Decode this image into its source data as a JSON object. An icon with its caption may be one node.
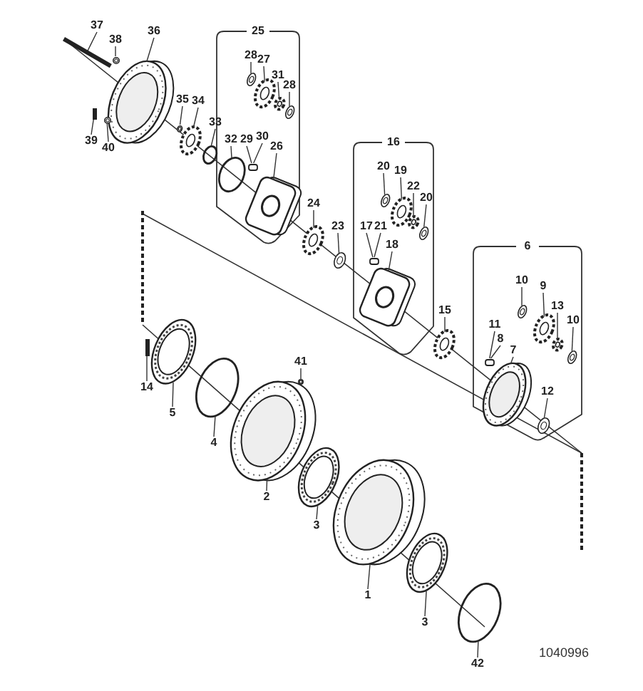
{
  "diagram": {
    "nodes": [
      {
        "text": [
          "37"
        ]
      },
      {
        "text": [
          "38"
        ]
      },
      {
        "text": [
          "36"
        ]
      },
      {
        "text": [
          "39"
        ]
      },
      {
        "text": [
          "40"
        ]
      },
      {
        "text": [
          "35"
        ]
      },
      {
        "text": [
          "34"
        ]
      },
      {
        "text": [
          "33"
        ]
      },
      {
        "text": [
          "25"
        ]
      },
      {
        "text": [
          "28"
        ],
        "in": 8
      },
      {
        "text": [
          "27"
        ],
        "in": 8
      },
      {
        "text": [
          "31"
        ],
        "in": 8
      },
      {
        "text": [
          "28"
        ],
        "in": 8
      },
      {
        "text": [
          "32"
        ],
        "in": 8
      },
      {
        "text": [
          "29"
        ],
        "in": 8
      },
      {
        "text": [
          "30"
        ],
        "in": 8
      },
      {
        "text": [
          "26"
        ],
        "in": 8
      },
      {
        "text": [
          "24"
        ]
      },
      {
        "text": [
          "23"
        ]
      },
      {
        "text": [
          "16"
        ]
      },
      {
        "text": [
          "20"
        ],
        "in": 19
      },
      {
        "text": [
          "19"
        ],
        "in": 19
      },
      {
        "text": [
          "22"
        ],
        "in": 19
      },
      {
        "text": [
          "20"
        ],
        "in": 19
      },
      {
        "text": [
          "17"
        ],
        "in": 19
      },
      {
        "text": [
          "21"
        ],
        "in": 19
      },
      {
        "text": [
          "18"
        ],
        "in": 19
      },
      {
        "text": [
          "15"
        ]
      },
      {
        "text": [
          "6"
        ]
      },
      {
        "text": [
          "10"
        ],
        "in": 28
      },
      {
        "text": [
          "9"
        ],
        "in": 28
      },
      {
        "text": [
          "13"
        ],
        "in": 28
      },
      {
        "text": [
          "10"
        ],
        "in": 28
      },
      {
        "text": [
          "11"
        ],
        "in": 28
      },
      {
        "text": [
          "8"
        ],
        "in": 28
      },
      {
        "text": [
          "7"
        ],
        "in": 28
      },
      {
        "text": [
          "12"
        ],
        "in": 28
      },
      {
        "text": [
          "14"
        ]
      },
      {
        "text": [
          "5"
        ]
      },
      {
        "text": [
          "4"
        ]
      },
      {
        "text": [
          "41"
        ]
      },
      {
        "text": [
          "2"
        ]
      },
      {
        "text": [
          "3"
        ]
      },
      {
        "text": [
          "1"
        ]
      },
      {
        "text": [
          "3"
        ]
      },
      {
        "text": [
          "42"
        ]
      },
      {
        "text": [],
        "shape": "bar"
      },
      {
        "text": [],
        "shape": "picture"
      },
      {
        "text": [],
        "shape": "picture"
      },
      {
        "text": [],
        "shape": "bar"
      },
      {
        "text": [],
        "shape": "picture"
      },
      {
        "text": [],
        "shape": "picture"
      },
      {
        "text": [],
        "shape": "picture"
      },
      {
        "text": [],
        "shape": "circle"
      },
      {
        "text": [],
        "shape": "picture",
        "in": 8
      },
      {
        "text": [],
        "shape": "picture",
        "in": 8
      },
      {
        "text": [],
        "shape": "picture",
        "in": 8
      },
      {
        "text": [],
        "shape": "picture",
        "in": 8
      },
      {
        "text": [],
        "shape": "circle",
        "in": 8
      },
      {
        "text": [],
        "shape": "box",
        "in": 8
      },
      {
        "text": [],
        "shape": "picture",
        "in": 8
      },
      {
        "text": [],
        "shape": "picture"
      },
      {
        "text": [],
        "shape": "picture"
      },
      {
        "text": [],
        "shape": "picture",
        "in": 19
      },
      {
        "text": [],
        "shape": "picture",
        "in": 19
      },
      {
        "text": [],
        "shape": "picture",
        "in": 19
      },
      {
        "text": [],
        "shape": "picture",
        "in": 19
      },
      {
        "text": [],
        "shape": "box",
        "in": 19
      },
      {
        "text": [],
        "shape": "picture",
        "in": 19
      },
      {
        "text": [],
        "shape": "picture"
      },
      {
        "text": [],
        "shape": "picture",
        "in": 28
      },
      {
        "text": [],
        "shape": "picture",
        "in": 28
      },
      {
        "text": [],
        "shape": "picture",
        "in": 28
      },
      {
        "text": [],
        "shape": "picture",
        "in": 28
      },
      {
        "text": [],
        "shape": "box",
        "in": 28
      },
      {
        "text": [],
        "shape": "picture",
        "in": 28
      },
      {
        "text": [],
        "shape": "picture",
        "in": 28
      },
      {
        "text": [],
        "shape": "bar"
      },
      {
        "text": [],
        "shape": "picture"
      },
      {
        "text": [],
        "shape": "circle"
      },
      {
        "text": [],
        "shape": "picture"
      },
      {
        "text": [],
        "shape": "picture"
      },
      {
        "text": [],
        "shape": "picture"
      },
      {
        "text": [],
        "shape": "picture"
      },
      {
        "text": [],
        "shape": "picture"
      },
      {
        "text": [],
        "shape": "circle"
      }
    ],
    "edges": [
      {
        "from": 0,
        "to": 46,
        "arrow": "none"
      },
      {
        "from": 1,
        "to": 47,
        "arrow": "none"
      },
      {
        "from": 2,
        "to": 48,
        "arrow": "none"
      },
      {
        "from": 3,
        "to": 49,
        "arrow": "none"
      },
      {
        "from": 4,
        "to": 50,
        "arrow": "none"
      },
      {
        "from": 5,
        "to": 51,
        "arrow": "none"
      },
      {
        "from": 6,
        "to": 52,
        "arrow": "none"
      },
      {
        "from": 7,
        "to": 53,
        "arrow": "none"
      },
      {
        "from": 9,
        "to": 54,
        "arrow": "none"
      },
      {
        "from": 10,
        "to": 55,
        "arrow": "none"
      },
      {
        "from": 11,
        "to": 56,
        "arrow": "none"
      },
      {
        "from": 12,
        "to": 57,
        "arrow": "none"
      },
      {
        "from": 13,
        "to": 58,
        "arrow": "none"
      },
      {
        "from": 14,
        "to": 59,
        "arrow": "none"
      },
      {
        "from": 15,
        "to": 59,
        "arrow": "none"
      },
      {
        "from": 16,
        "to": 60,
        "arrow": "none"
      },
      {
        "from": 17,
        "to": 61,
        "arrow": "none"
      },
      {
        "from": 18,
        "to": 62,
        "arrow": "none"
      },
      {
        "from": 20,
        "to": 63,
        "arrow": "none"
      },
      {
        "from": 21,
        "to": 64,
        "arrow": "none"
      },
      {
        "from": 22,
        "to": 65,
        "arrow": "none"
      },
      {
        "from": 23,
        "to": 66,
        "arrow": "none"
      },
      {
        "from": 24,
        "to": 67,
        "arrow": "none"
      },
      {
        "from": 25,
        "to": 67,
        "arrow": "none"
      },
      {
        "from": 26,
        "to": 68,
        "arrow": "none"
      },
      {
        "from": 27,
        "to": 69,
        "arrow": "none"
      },
      {
        "from": 29,
        "to": 70,
        "arrow": "none"
      },
      {
        "from": 30,
        "to": 71,
        "arrow": "none"
      },
      {
        "from": 31,
        "to": 72,
        "arrow": "none"
      },
      {
        "from": 32,
        "to": 73,
        "arrow": "none"
      },
      {
        "from": 33,
        "to": 74,
        "arrow": "none"
      },
      {
        "from": 34,
        "to": 74,
        "arrow": "none"
      },
      {
        "from": 35,
        "to": 75,
        "arrow": "none"
      },
      {
        "from": 36,
        "to": 76,
        "arrow": "none"
      },
      {
        "from": 37,
        "to": 77,
        "arrow": "none"
      },
      {
        "from": 38,
        "to": 78,
        "arrow": "none"
      },
      {
        "from": 39,
        "to": 79,
        "arrow": "none"
      },
      {
        "from": 40,
        "to": 80,
        "arrow": "none"
      },
      {
        "from": 41,
        "to": 81,
        "arrow": "none"
      },
      {
        "from": 42,
        "to": 82,
        "arrow": "none"
      },
      {
        "from": 43,
        "to": 83,
        "arrow": "none"
      },
      {
        "from": 44,
        "to": 84,
        "arrow": "none"
      },
      {
        "from": 45,
        "to": 85,
        "arrow": "none"
      }
    ],
    "labels": [
      "1040996"
    ]
  }
}
